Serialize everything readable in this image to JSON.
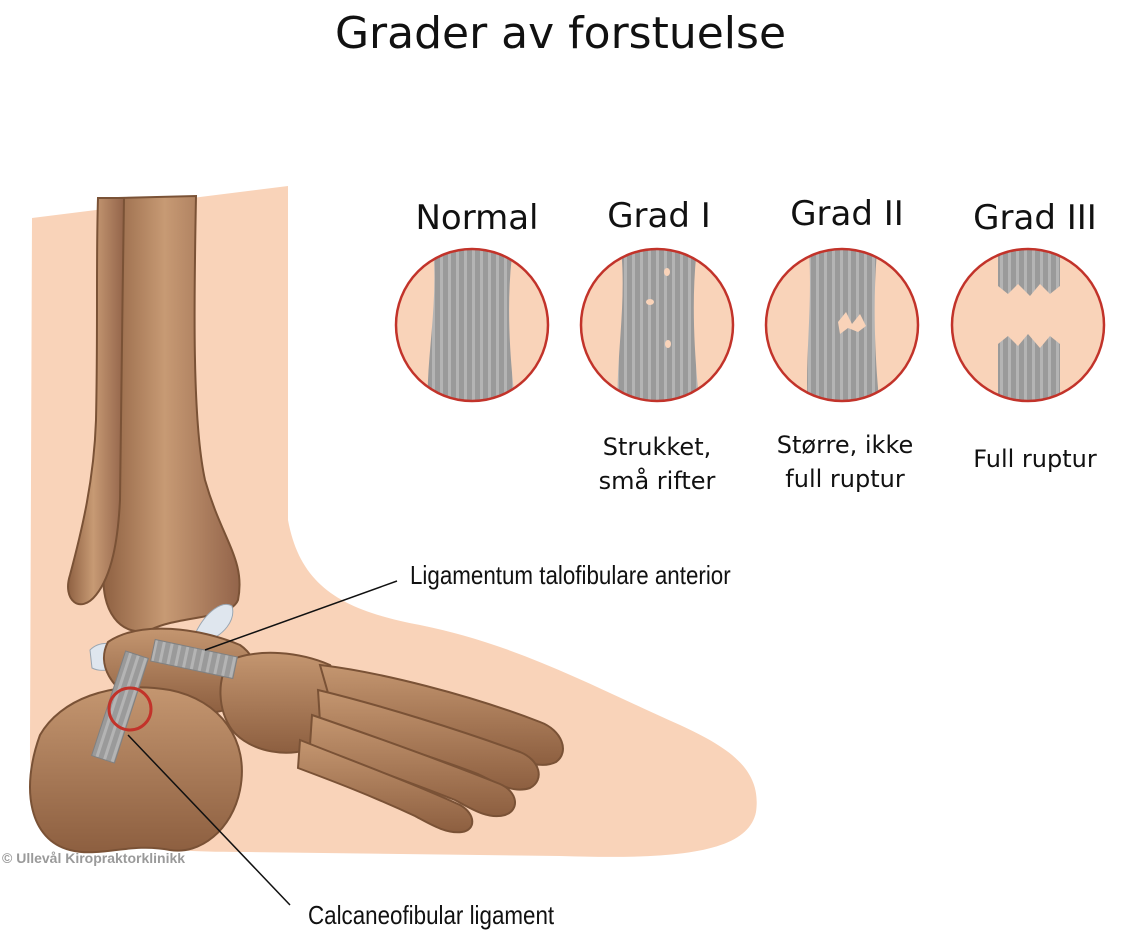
{
  "title": "Grader av forstuelse",
  "grades": [
    {
      "label": "Normal",
      "description": [],
      "icon": "normal-ligament-icon"
    },
    {
      "label": "Grad I",
      "description": [
        "Strukket,",
        "små rifter"
      ],
      "icon": "grade-one-ligament-icon"
    },
    {
      "label": "Grad II",
      "description": [
        "Større, ikke",
        "full ruptur"
      ],
      "icon": "grade-two-ligament-icon"
    },
    {
      "label": "Grad III",
      "description": [
        "Full ruptur"
      ],
      "icon": "grade-three-ligament-icon"
    }
  ],
  "callouts": {
    "anterior": "Ligamentum talofibulare anterior",
    "calcaneofibular": "Calcaneofibular ligament"
  },
  "copyright": "© Ullevål Kiropraktorklinikk",
  "colors": {
    "skin": "#f9d3b9",
    "bone": "#b98a65",
    "bone_dark": "#8c5f3f",
    "ligament": "#969696",
    "circle_border": "#c2332a",
    "cartilage": "#dfe6ee"
  }
}
